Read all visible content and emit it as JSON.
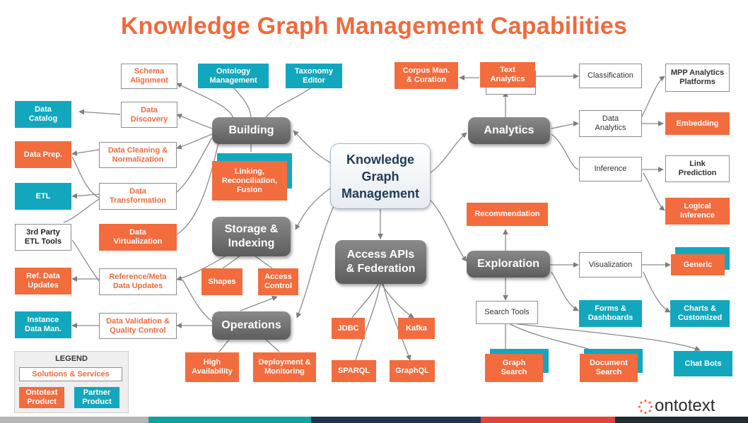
{
  "title": "Knowledge Graph Management Capabilities",
  "core": "Knowledge Graph Management",
  "hubs": {
    "building": "Building",
    "storage": "Storage & Indexing",
    "operations": "Operations",
    "access": "Access APIs & Federation",
    "analytics": "Analytics",
    "exploration": "Exploration"
  },
  "nodes": {
    "schema_alignment": "Schema Alignment",
    "ontology_management": "Ontology Management",
    "taxonomy_editor": "Taxonomy Editor",
    "data_catalog": "Data Catalog",
    "data_discovery": "Data Discovery",
    "data_prep": "Data Prep.",
    "data_cleaning": "Data Cleaning & Normalization",
    "etl": "ETL",
    "data_transformation": "Data Transformation",
    "third_party_etl": "3rd Party ETL Tools",
    "data_virtualization": "Data Virtualization",
    "linking": "Linking, Reconciliation, Fusion",
    "ref_data_updates": "Ref. Data Updates",
    "reference_meta": "Reference/Meta Data Updates",
    "shapes": "Shapes",
    "access_control": "Access Control",
    "instance_data": "Instance Data Man.",
    "data_validation": "Data Validation & Quality Control",
    "high_availability": "High Availability",
    "deployment": "Deployment & Monitoring",
    "jdbc": "JDBC",
    "kafka": "Kafka",
    "sparql": "SPARQL",
    "graphql": "GraphQL",
    "corpus": "Corpus Man. & Curation",
    "text_analytics": "Text Analytics",
    "classification": "Classification",
    "mpp": "MPP Analytics Platforms",
    "data_analytics": "Data Analytics",
    "embedding": "Embedding",
    "inference": "Inference",
    "link_prediction": "Link Prediction",
    "logical_inference": "Logical Inference",
    "recommendation": "Recommendation",
    "visualization": "Visualization",
    "generic": "Generic",
    "search_tools": "Search Tools",
    "forms": "Forms & Dashboards",
    "charts": "Charts & Customized",
    "graph_search": "Graph Search",
    "document_search": "Document Search",
    "chat_bots": "Chat Bots"
  },
  "legend": {
    "title": "LEGEND",
    "solutions": "Solutions & Services",
    "ontotext_product": "Ontotext Product",
    "partner_product": "Partner Product"
  },
  "logo": "ontotext",
  "colors": {
    "orange": "#f26c3d",
    "teal": "#12a7bd",
    "hub_gray": "#6e6e6e",
    "title": "#f06a3c"
  }
}
